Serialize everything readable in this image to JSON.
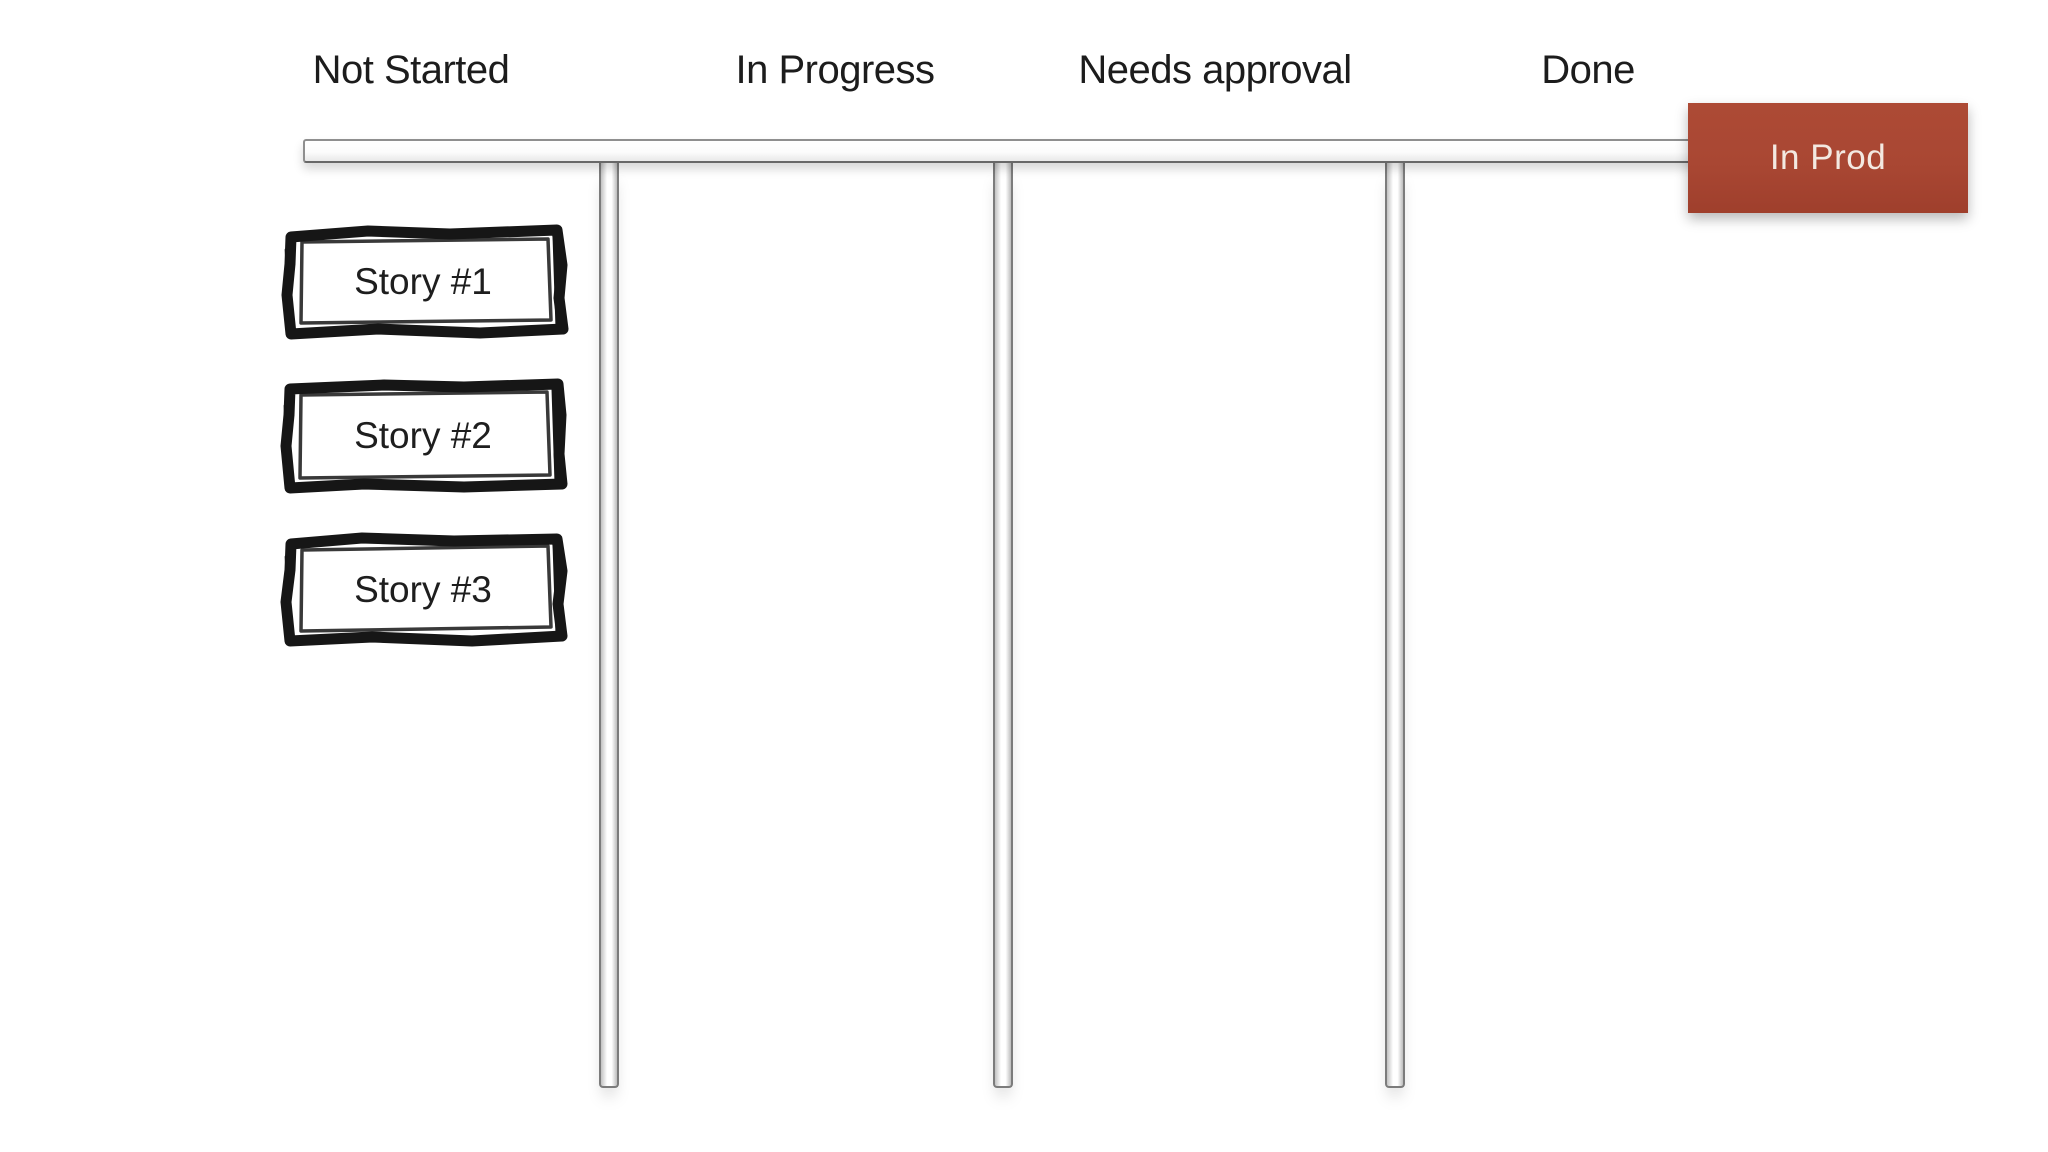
{
  "board": {
    "columns": [
      {
        "id": "not-started",
        "label": "Not Started"
      },
      {
        "id": "in-progress",
        "label": "In Progress"
      },
      {
        "id": "needs-approval",
        "label": "Needs approval"
      },
      {
        "id": "done",
        "label": "Done"
      }
    ],
    "stories": [
      {
        "label": "Story #1"
      },
      {
        "label": "Story #2"
      },
      {
        "label": "Story #3"
      }
    ],
    "in_prod": {
      "label": "In Prod"
    },
    "colors": {
      "in_prod_bg": "#a94733",
      "in_prod_text": "#f3e9e1",
      "sketch_border": "#161616",
      "rail_edge": "#8f8f8f",
      "header_text": "#1c1c1c",
      "background": "#ffffff"
    }
  }
}
